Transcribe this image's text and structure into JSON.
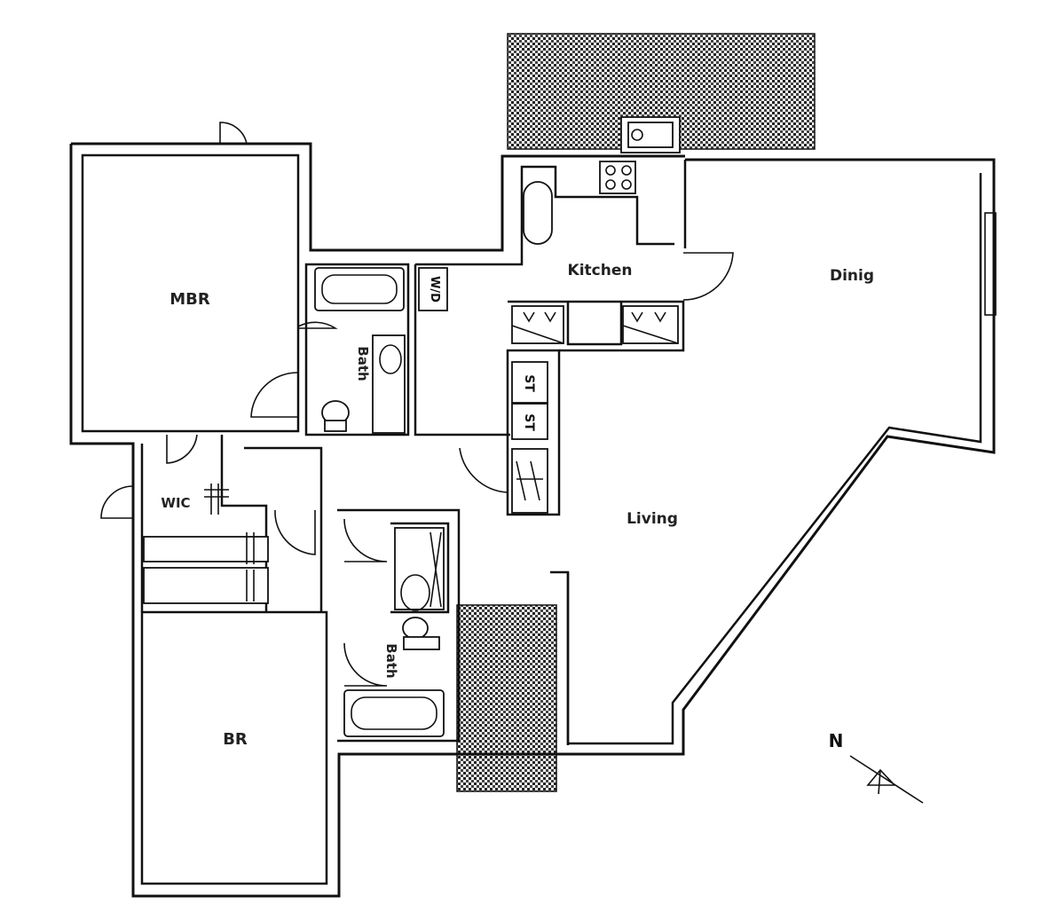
{
  "rooms": {
    "mbr": "MBR",
    "bath1": "Bath",
    "kitchen": "Kitchen",
    "dining": "Dinig",
    "wic": "WIC",
    "living": "Living",
    "bath2": "Bath",
    "br": "BR"
  },
  "fixtures": {
    "washer_dryer": "W/D",
    "storage_1": "ST",
    "storage_2": "ST"
  },
  "compass": {
    "north": "N"
  }
}
